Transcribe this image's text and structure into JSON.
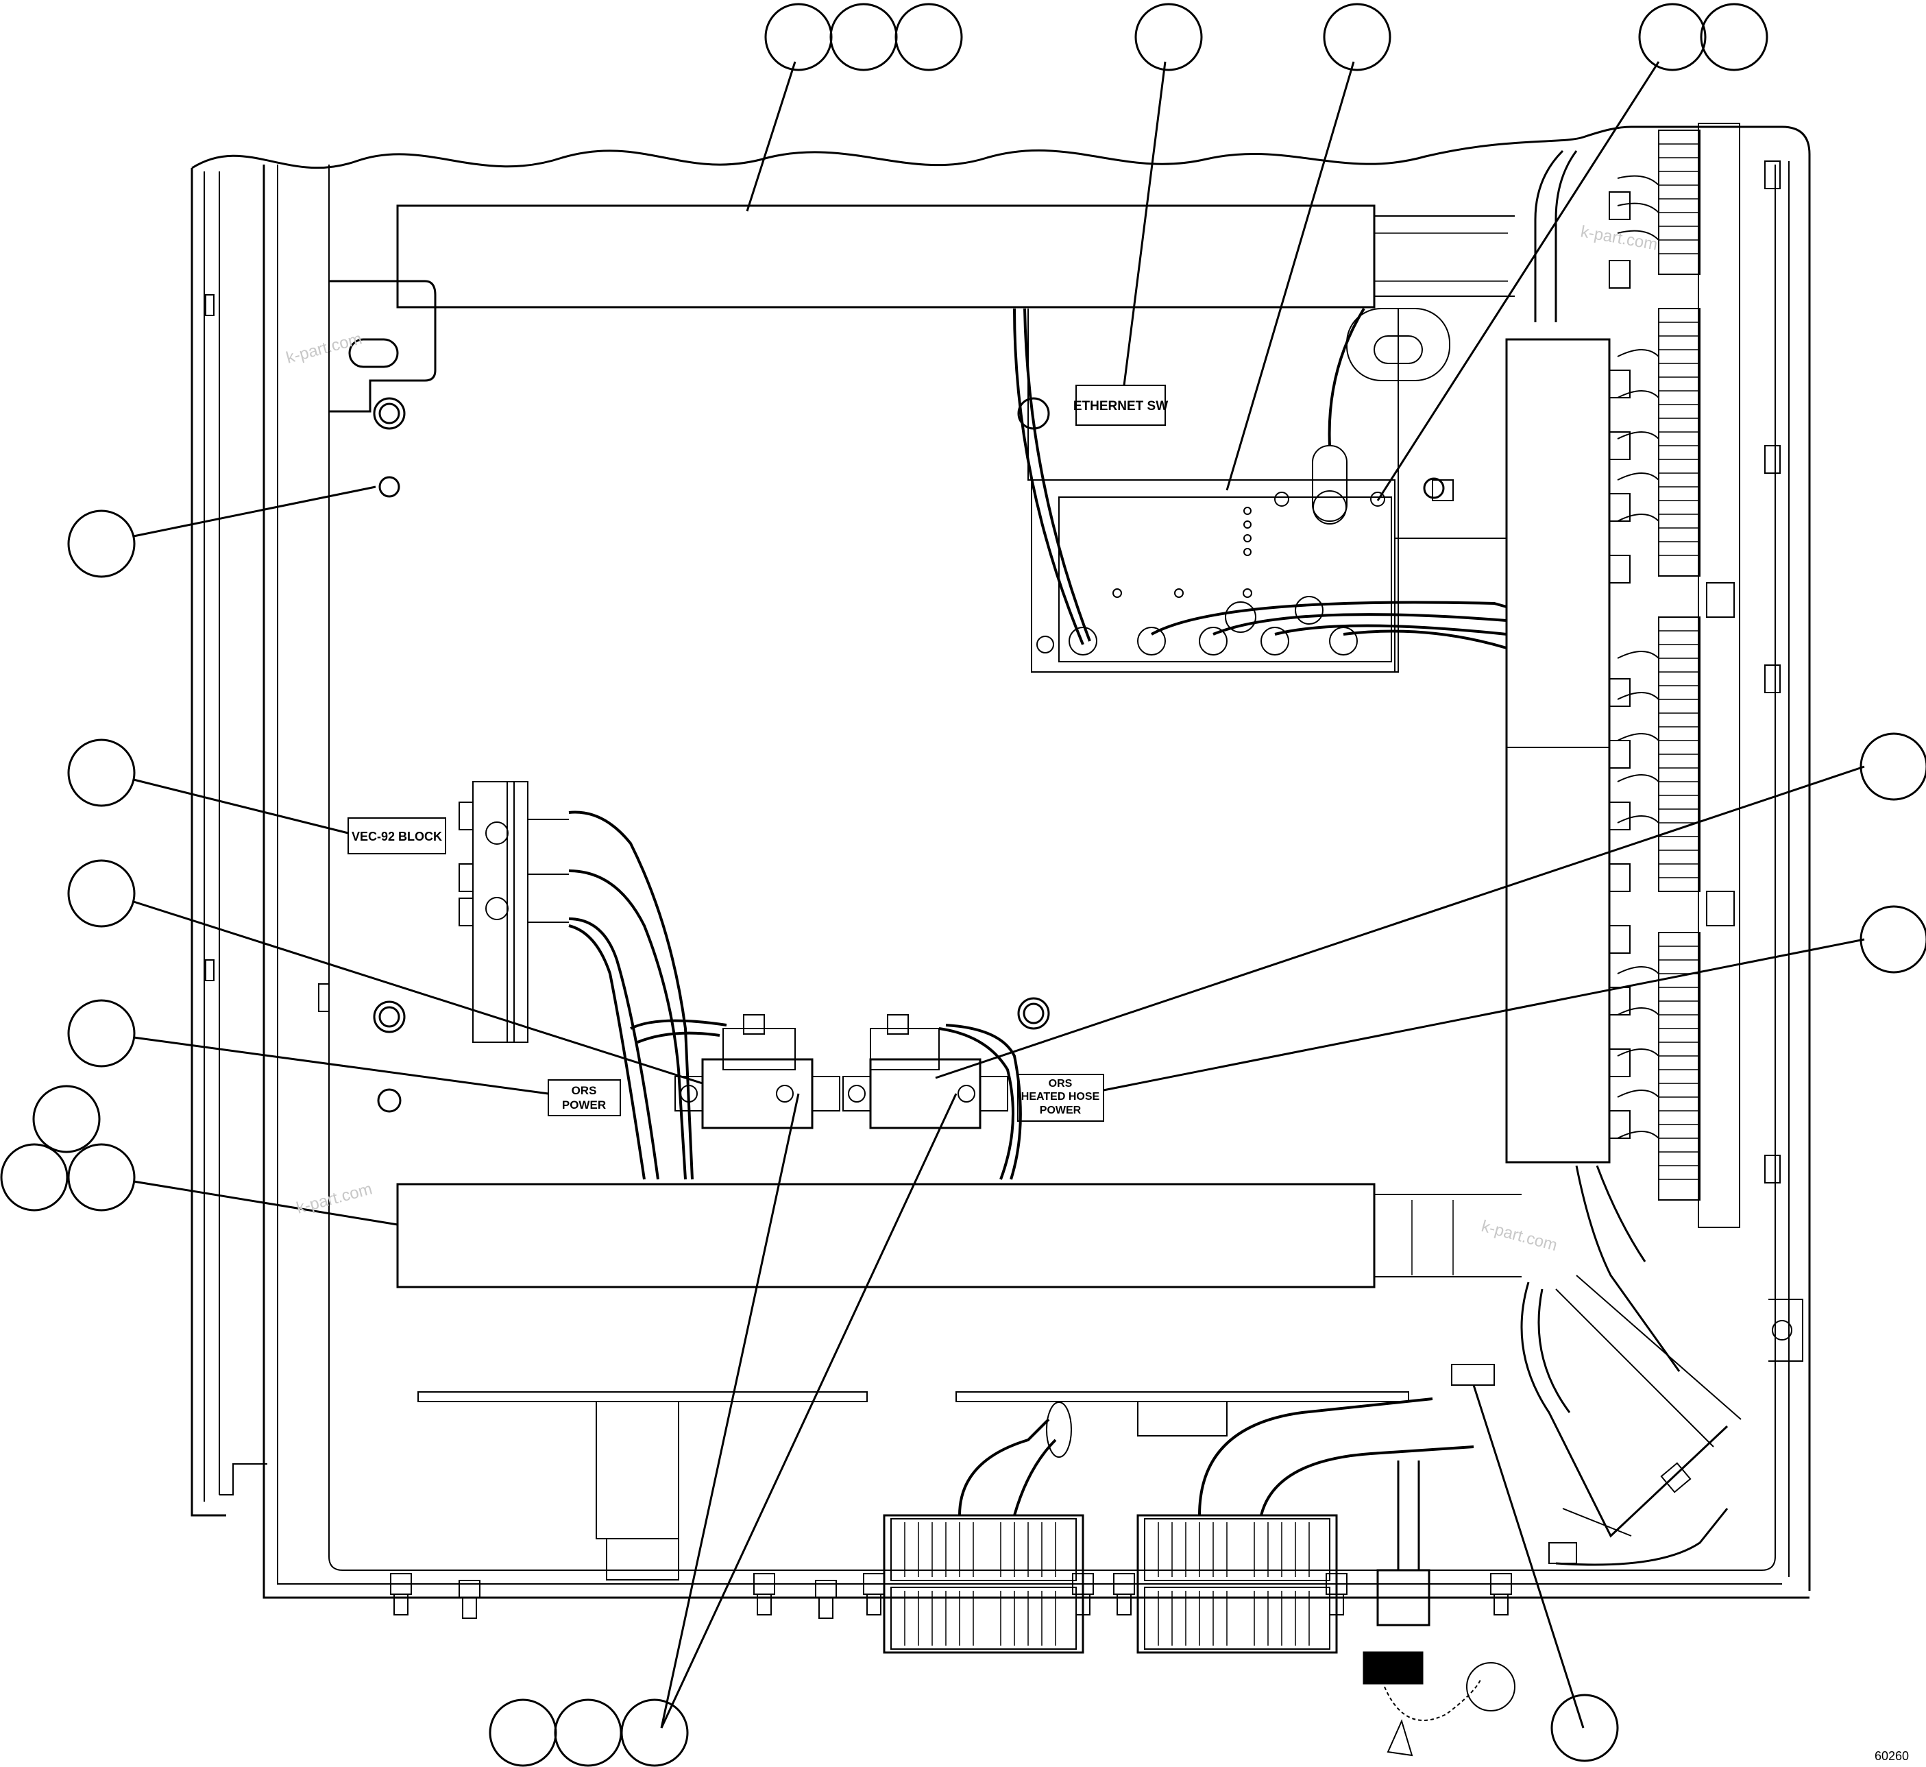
{
  "diagram": {
    "figure_ref": "60260",
    "labels": {
      "ethernet_sw": "ETHERNET SW",
      "vec92_block": "VEC-92 BLOCK",
      "ors_power_line1": "ORS",
      "ors_power_line2": "POWER",
      "ors_hose_line1": "ORS",
      "ors_hose_line2": "HEATED HOSE",
      "ors_hose_line3": "POWER"
    },
    "watermark": "k-part.com",
    "callouts": [
      {
        "id": "top-left-a",
        "text": ""
      },
      {
        "id": "top-left-b",
        "text": ""
      },
      {
        "id": "top-left-c",
        "text": ""
      },
      {
        "id": "top-ethernet",
        "text": ""
      },
      {
        "id": "top-mid",
        "text": ""
      },
      {
        "id": "top-right-a",
        "text": ""
      },
      {
        "id": "top-right-b",
        "text": ""
      },
      {
        "id": "left-upper",
        "text": ""
      },
      {
        "id": "left-vec",
        "text": ""
      },
      {
        "id": "left-mid",
        "text": ""
      },
      {
        "id": "left-ors",
        "text": ""
      },
      {
        "id": "left-cluster-top",
        "text": ""
      },
      {
        "id": "left-cluster-left",
        "text": ""
      },
      {
        "id": "left-cluster-right",
        "text": ""
      },
      {
        "id": "right-upper",
        "text": ""
      },
      {
        "id": "right-lower",
        "text": ""
      },
      {
        "id": "bottom-a",
        "text": ""
      },
      {
        "id": "bottom-b",
        "text": ""
      },
      {
        "id": "bottom-c",
        "text": ""
      },
      {
        "id": "bottom-right",
        "text": ""
      }
    ]
  }
}
